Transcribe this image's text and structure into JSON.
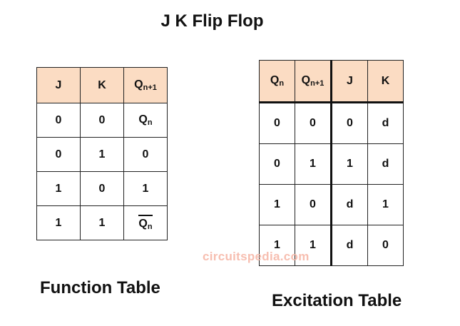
{
  "title": "J K Flip Flop",
  "function_table": {
    "caption": "Function Table",
    "headers": [
      {
        "main": "J",
        "sub": ""
      },
      {
        "main": "K",
        "sub": ""
      },
      {
        "main": "Q",
        "sub": "n+1"
      }
    ],
    "rows": [
      [
        {
          "main": "0",
          "sub": ""
        },
        {
          "main": "0",
          "sub": ""
        },
        {
          "main": "Q",
          "sub": "n"
        }
      ],
      [
        {
          "main": "0",
          "sub": ""
        },
        {
          "main": "1",
          "sub": ""
        },
        {
          "main": "0",
          "sub": ""
        }
      ],
      [
        {
          "main": "1",
          "sub": ""
        },
        {
          "main": "0",
          "sub": ""
        },
        {
          "main": "1",
          "sub": ""
        }
      ],
      [
        {
          "main": "1",
          "sub": ""
        },
        {
          "main": "1",
          "sub": ""
        },
        {
          "main": "Q",
          "sub": "n"
        }
      ]
    ]
  },
  "excitation_table": {
    "caption": "Excitation Table",
    "headers": [
      {
        "main": "Q",
        "sub": "n"
      },
      {
        "main": "Q",
        "sub": "n+1"
      },
      {
        "main": "J",
        "sub": ""
      },
      {
        "main": "K",
        "sub": ""
      }
    ],
    "rows": [
      [
        "0",
        "0",
        "0",
        "d"
      ],
      [
        "0",
        "1",
        "1",
        "d"
      ],
      [
        "1",
        "0",
        "d",
        "1"
      ],
      [
        "1",
        "1",
        "d",
        "0"
      ]
    ]
  },
  "watermark": "circuitspedia.com"
}
